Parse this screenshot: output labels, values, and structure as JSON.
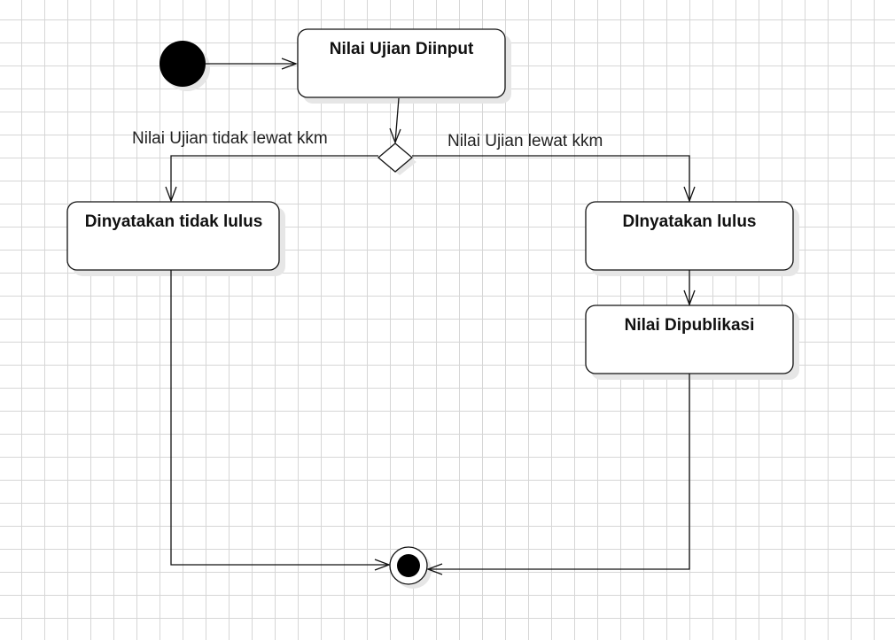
{
  "diagram": {
    "nodes": {
      "input": {
        "title": "Nilai Ujian Diinput"
      },
      "fail": {
        "title": "Dinyatakan tidak lulus"
      },
      "pass": {
        "title": "DInyatakan lulus"
      },
      "publish": {
        "title": "Nilai Dipublikasi"
      }
    },
    "edges": {
      "fail_guard": "Nilai Ujian tidak lewat kkm",
      "pass_guard": "Nilai Ujian lewat kkm"
    }
  }
}
